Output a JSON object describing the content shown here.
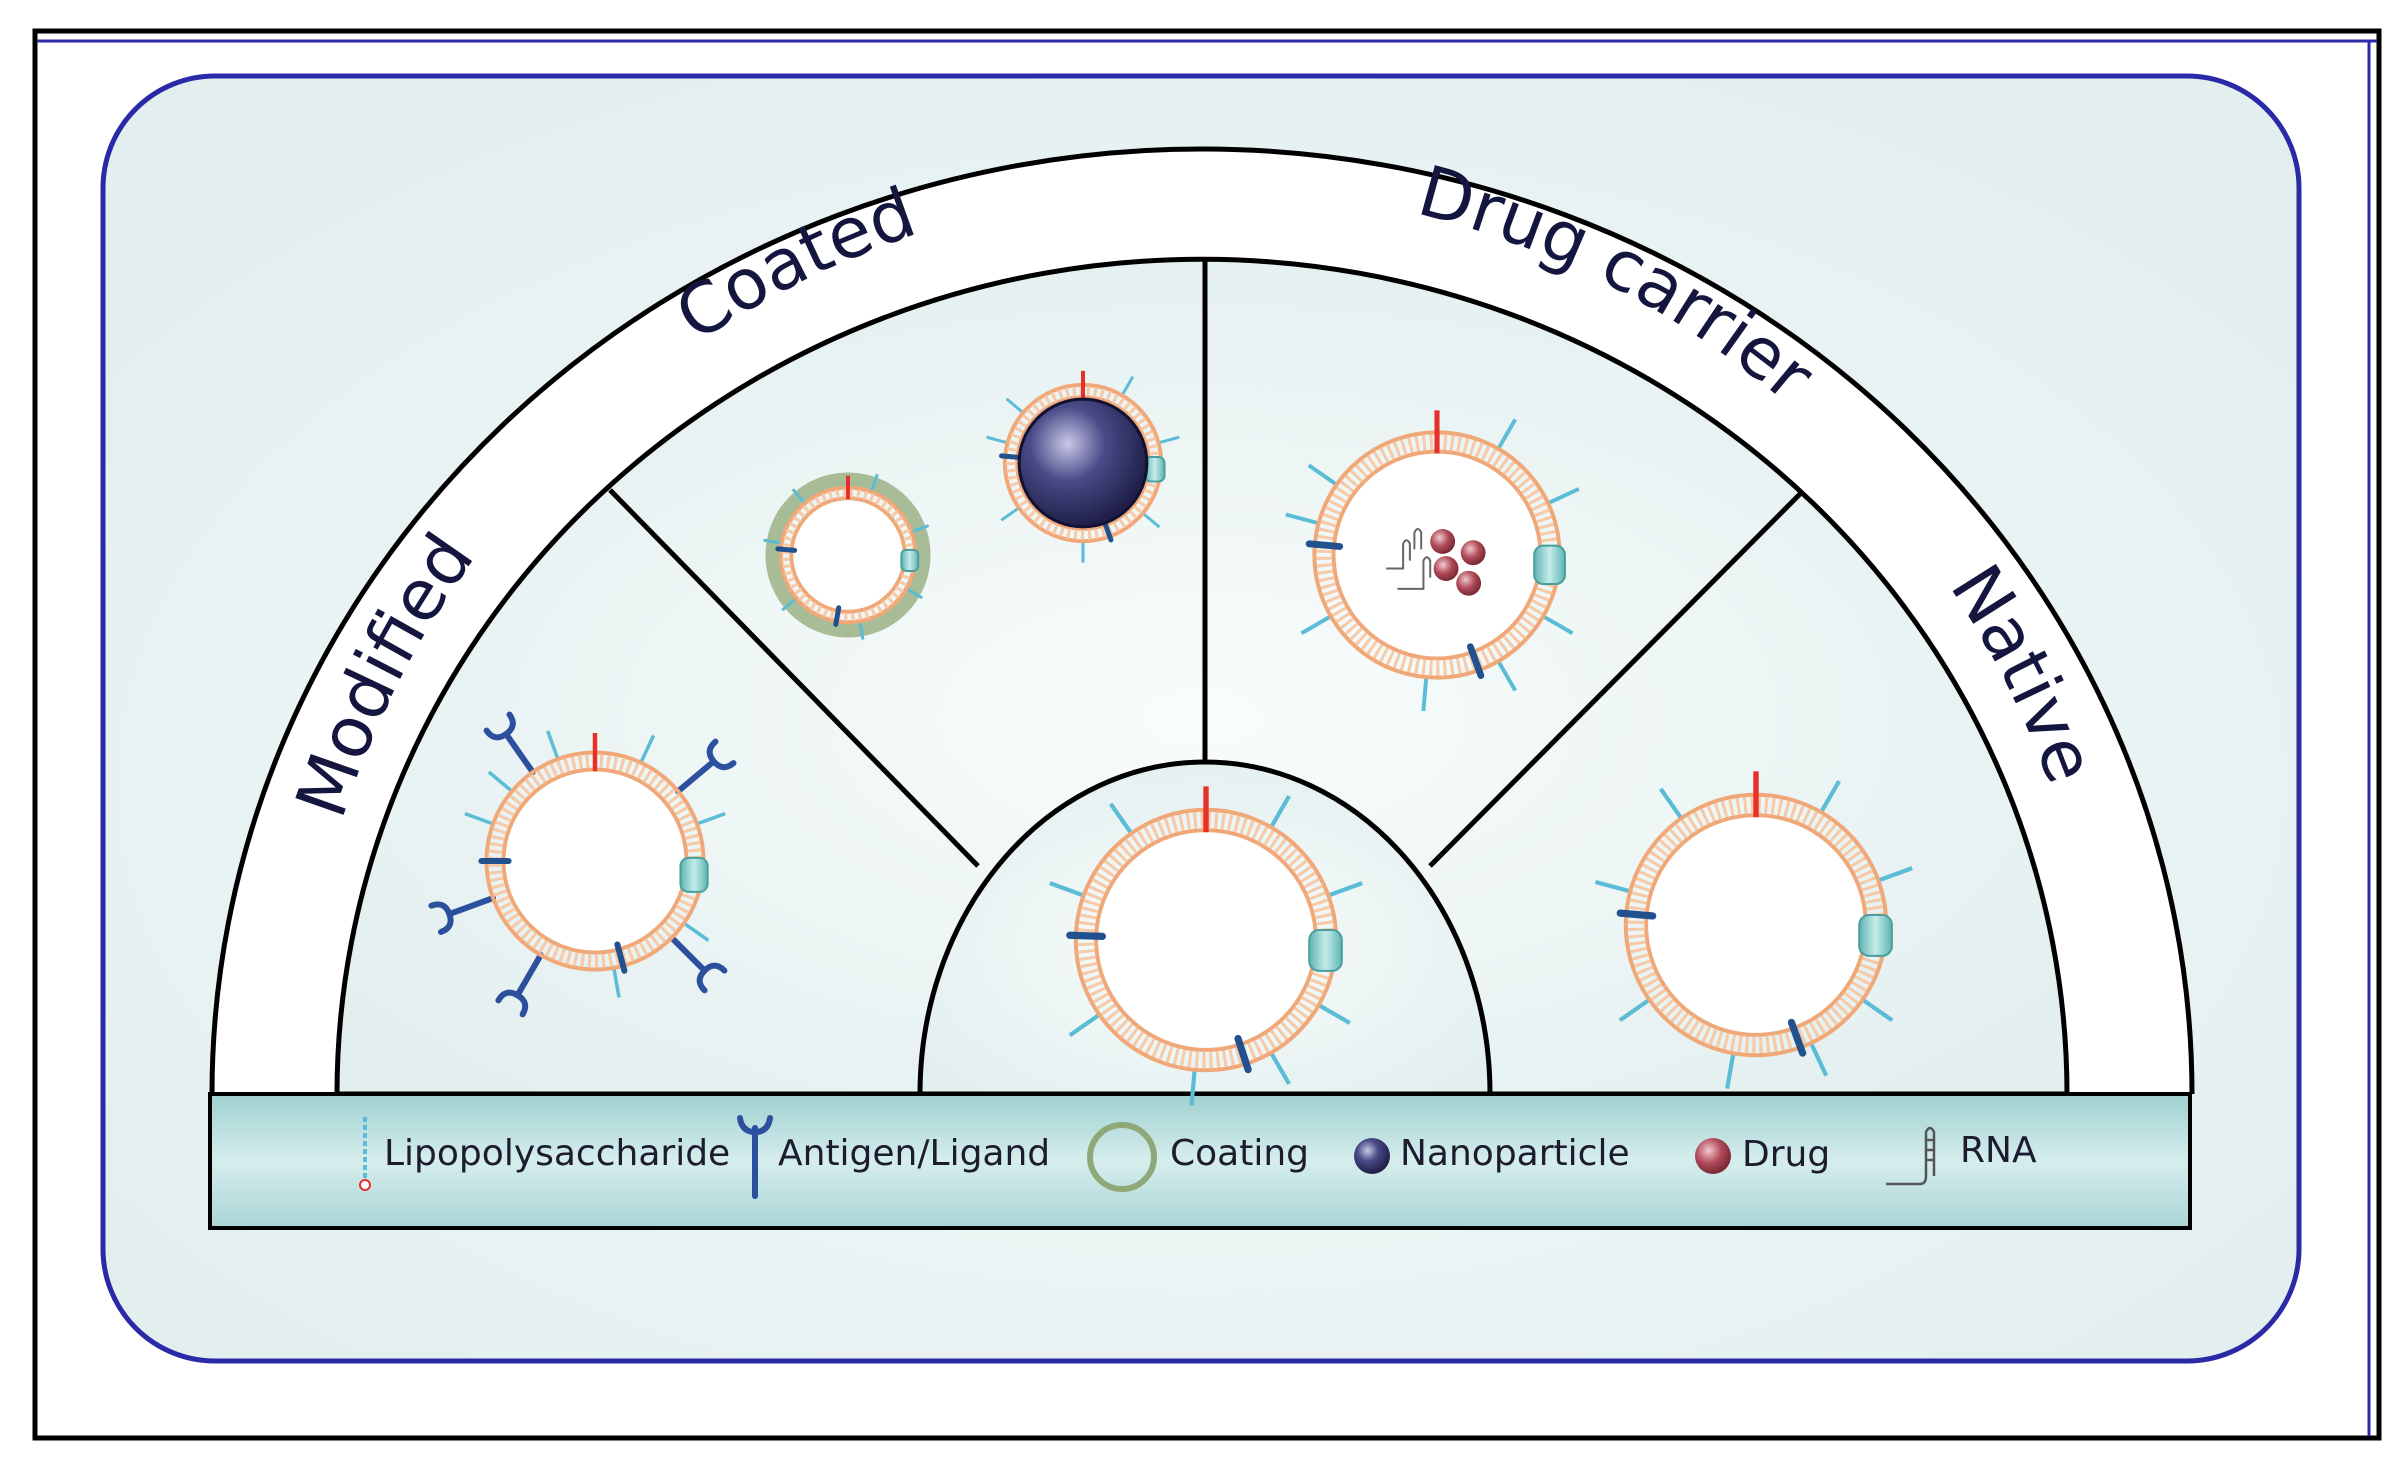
{
  "segments": {
    "modified": "Modified",
    "coated": "Coated",
    "drug_carrier": "Drug carrier",
    "native": "Native"
  },
  "legend": {
    "lipopolysaccharide": "Lipopolysaccharide",
    "antigen": "Antigen/Ligand",
    "coating": "Coating",
    "nanoparticle": "Nanoparticle",
    "drug": "Drug",
    "rna": "RNA"
  },
  "colors": {
    "frame_blue": "#2a2aa8",
    "panel_bg": "#f2f7f7",
    "membrane_orange": "#f0a878",
    "lps_cyan": "#5bbcd6",
    "antigen_blue": "#2c4f9e",
    "protein_teal": "#7cc7c4",
    "lipid_red": "#e8302a",
    "coating_green": "#8fa877",
    "nanoparticle_navy": "#34336a",
    "drug_red": "#a8424e",
    "legend_band": "#b8dcdc"
  }
}
